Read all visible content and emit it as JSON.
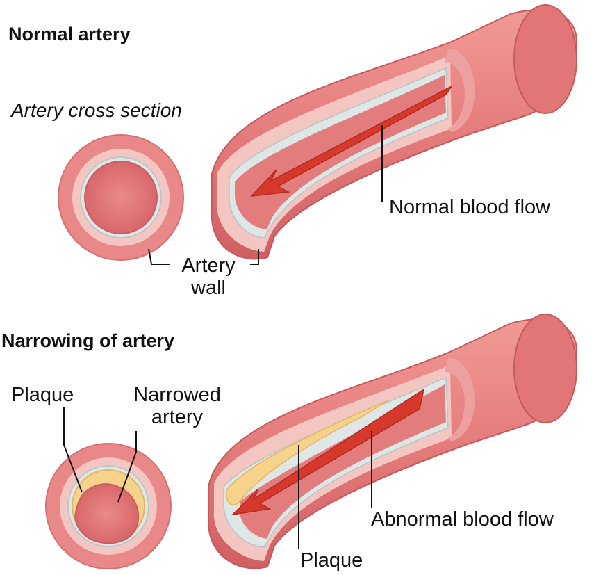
{
  "normal": {
    "title": "Normal artery",
    "cross_section_caption": "Artery cross section",
    "wall_label_line1": "Artery",
    "wall_label_line2": "wall",
    "flow_label": "Normal blood flow"
  },
  "narrowing": {
    "title": "Narrowing of artery",
    "plaque_label_left": "Plaque",
    "narrowed_label_line1": "Narrowed",
    "narrowed_label_line2": "artery",
    "flow_label": "Abnormal blood flow",
    "plaque_label_bottom": "Plaque"
  },
  "colors": {
    "outer_wall": "#e57c7c",
    "media_layer": "#f2c4c0",
    "intima_layer": "#dfe6e6",
    "lumen": "#e2797b",
    "blood_arrow": "#d6392b",
    "plaque": "#f7d28a"
  }
}
